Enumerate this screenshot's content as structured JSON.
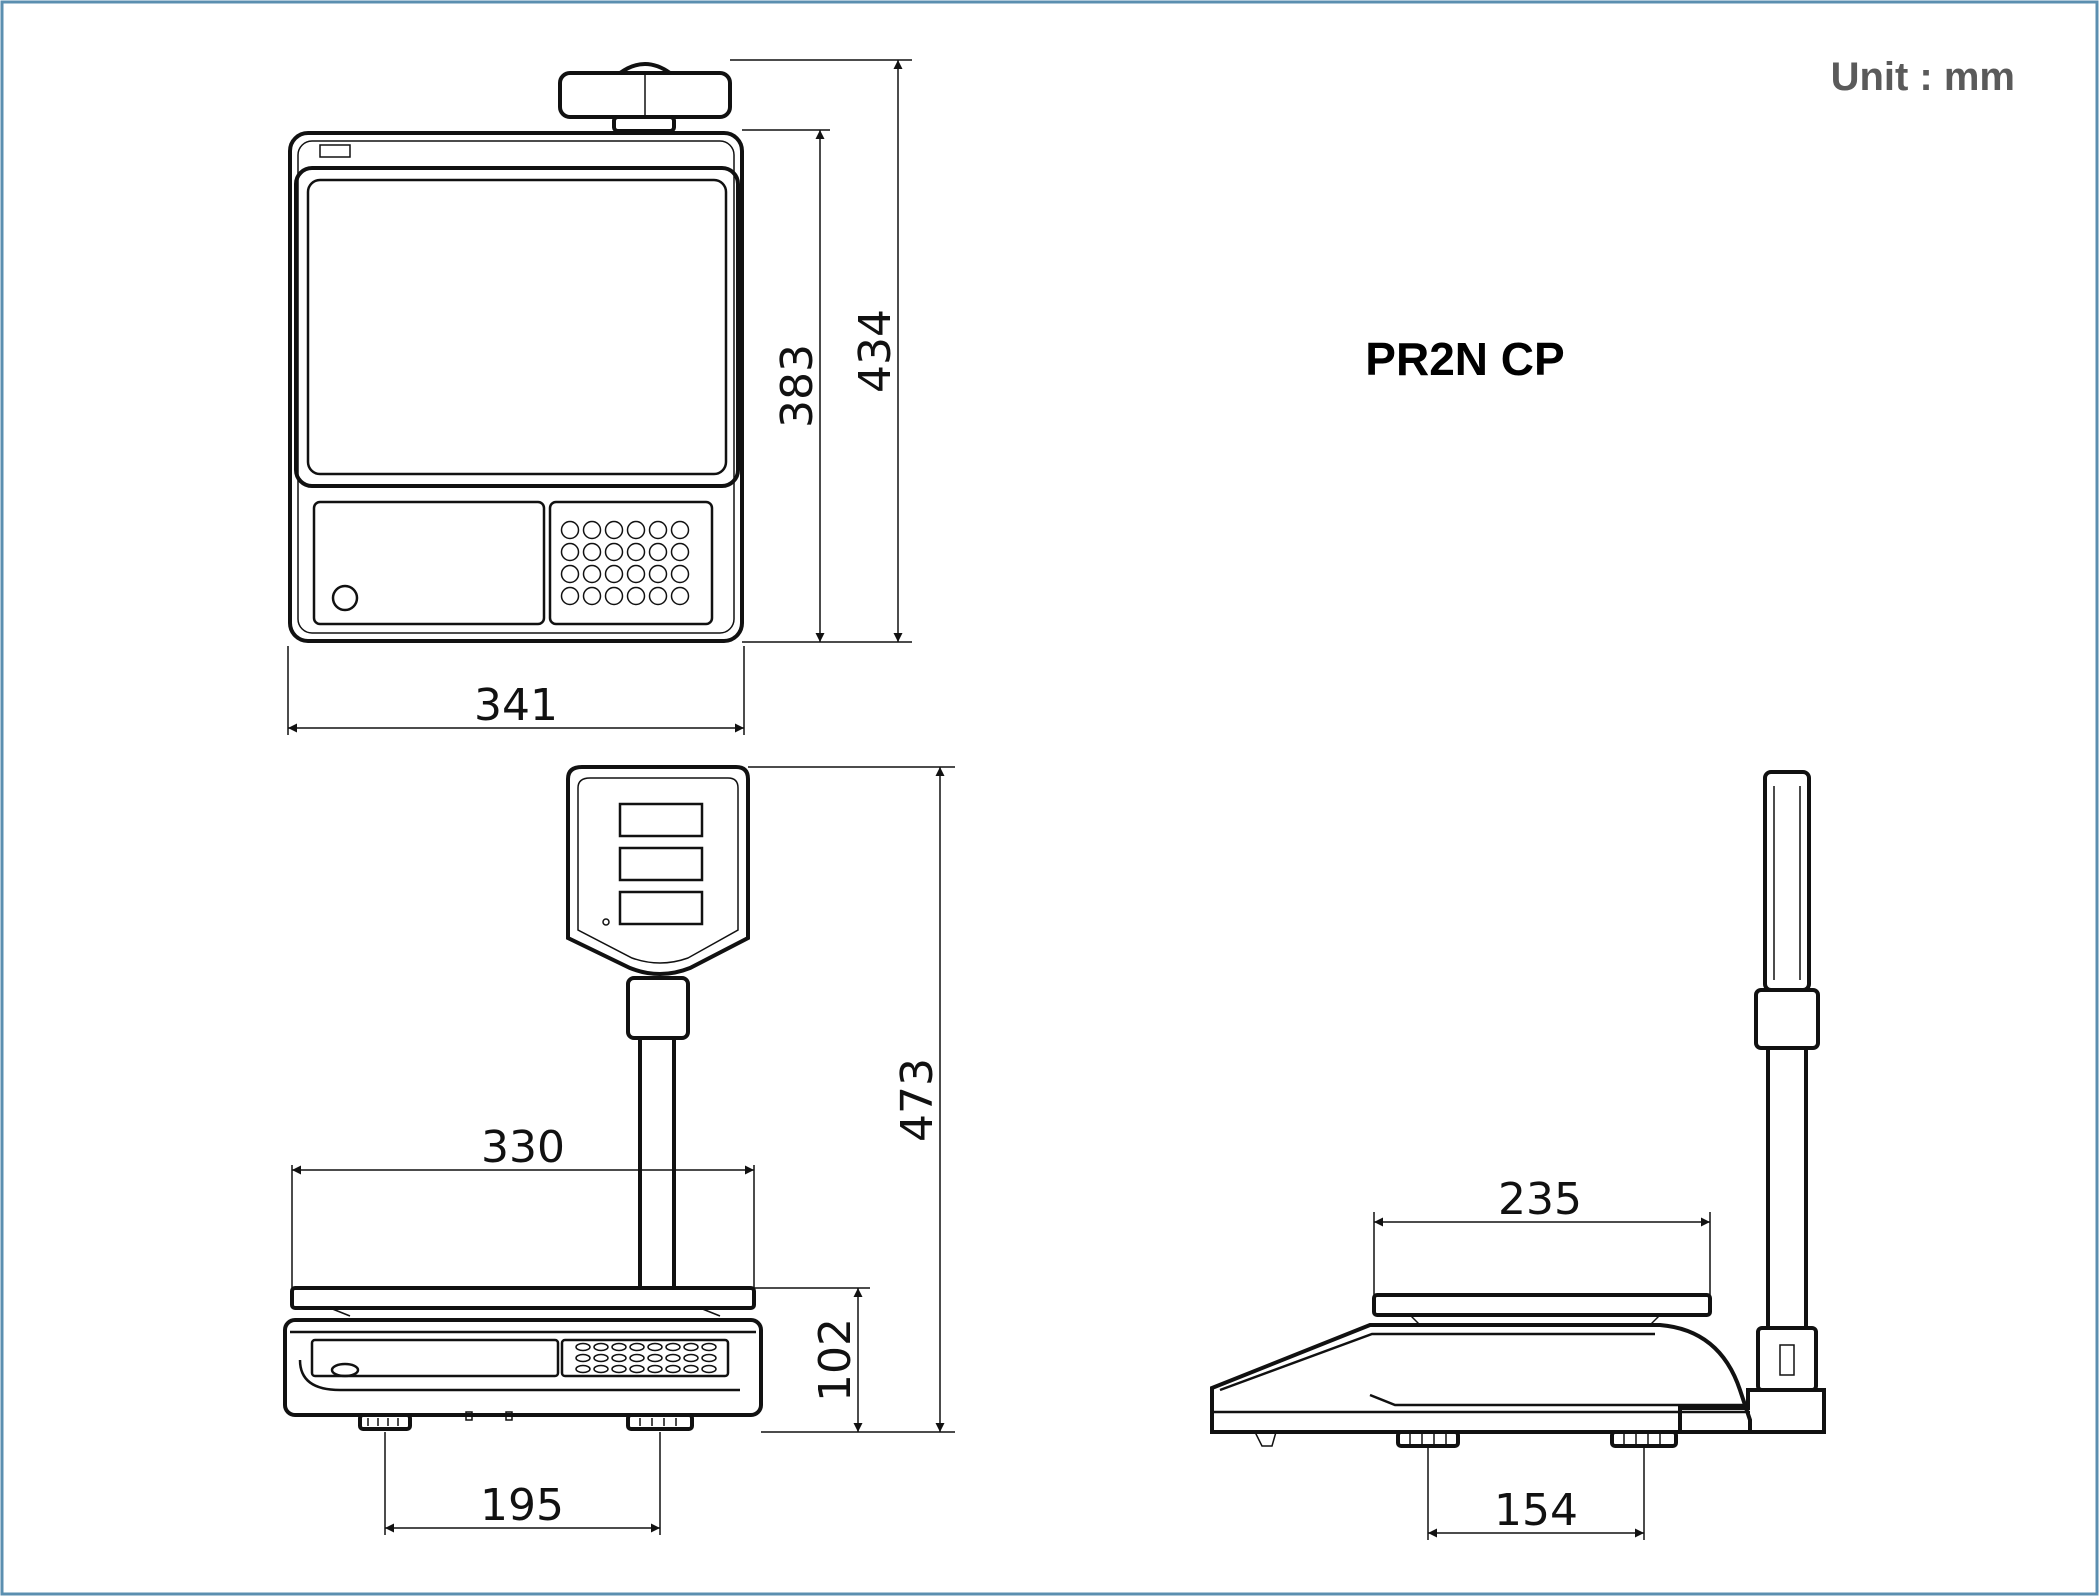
{
  "unit_label": "Unit : mm",
  "model_name": "PR2N CP",
  "dimensions": {
    "top_width": "341",
    "top_depth_body": "383",
    "top_depth_total": "434",
    "front_platter_width": "330",
    "front_total_height": "473",
    "front_base_height": "102",
    "front_feet_spacing": "195",
    "side_platter_depth": "235",
    "side_feet_spacing": "154"
  },
  "colors": {
    "line": "#111111",
    "frame": "#5b8fb0",
    "unit_text": "#5a5a5a"
  }
}
